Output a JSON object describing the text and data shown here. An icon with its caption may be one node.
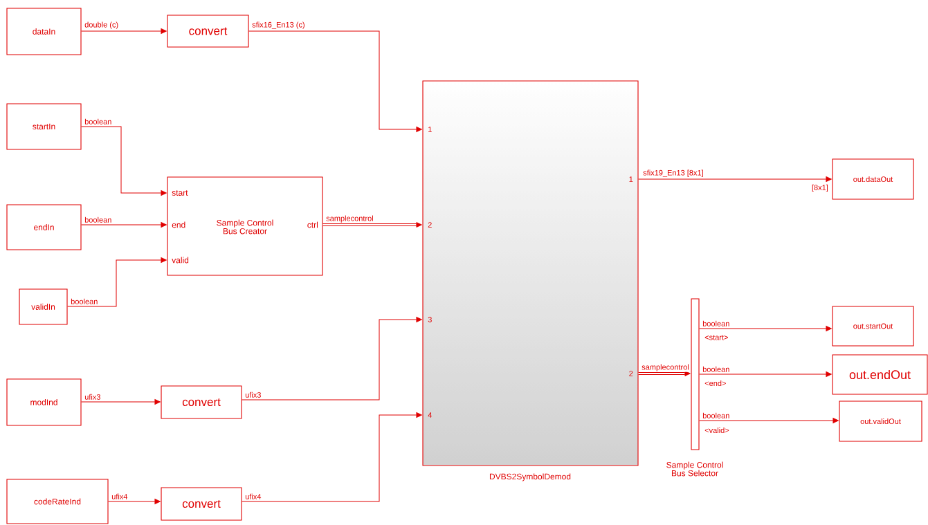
{
  "diagram": {
    "nodes": [
      {
        "text": [
          "dataIn"
        ]
      },
      {
        "text": [
          "convert"
        ]
      },
      {
        "text": [
          "startIn"
        ]
      },
      {
        "text": [
          "Sample Control Bus Creator",
          "start",
          "end",
          "valid",
          "ctrl"
        ]
      },
      {
        "text": [
          "endIn"
        ]
      },
      {
        "text": [
          "validIn"
        ]
      },
      {
        "text": [
          "modInd"
        ]
      },
      {
        "text": [
          "convert"
        ]
      },
      {
        "text": [
          "codeRateInd"
        ]
      },
      {
        "text": [
          "convert"
        ]
      },
      {
        "text": [
          "DVBS2SymbolDemod",
          "1",
          "2",
          "3",
          "4",
          "1",
          "2"
        ]
      },
      {
        "text": [
          "Sample Control Bus Selector",
          "<start>",
          "<end>",
          "<valid>"
        ]
      },
      {
        "text": [
          "out.dataOut"
        ]
      },
      {
        "text": [
          "out.startOut"
        ]
      },
      {
        "text": [
          "out.endOut"
        ]
      },
      {
        "text": [
          "out.validOut"
        ]
      }
    ],
    "edges": [
      {
        "from": 0,
        "to": 1,
        "arrow": "to",
        "label": "double (c)"
      },
      {
        "from": 1,
        "to": 10,
        "arrow": "to",
        "label": "sfix16_En13 (c)"
      },
      {
        "from": 2,
        "to": 3,
        "arrow": "to",
        "label": "boolean"
      },
      {
        "from": 4,
        "to": 3,
        "arrow": "to",
        "label": "boolean"
      },
      {
        "from": 5,
        "to": 3,
        "arrow": "to",
        "label": "boolean"
      },
      {
        "from": 3,
        "to": 10,
        "arrow": "to",
        "label": "samplecontrol",
        "style": "thick"
      },
      {
        "from": 6,
        "to": 7,
        "arrow": "to",
        "label": "ufix3"
      },
      {
        "from": 7,
        "to": 10,
        "arrow": "to",
        "label": "ufix3"
      },
      {
        "from": 8,
        "to": 9,
        "arrow": "to",
        "label": "ufix4"
      },
      {
        "from": 9,
        "to": 10,
        "arrow": "to",
        "label": "ufix4"
      },
      {
        "from": 10,
        "to": 12,
        "arrow": "to",
        "label": "sfix19_En13 [8x1]"
      },
      {
        "from": 10,
        "to": 11,
        "arrow": "to",
        "label": "samplecontrol",
        "style": "thick"
      },
      {
        "from": 11,
        "to": 13,
        "arrow": "to",
        "label": "boolean"
      },
      {
        "from": 11,
        "to": 14,
        "arrow": "to",
        "label": "boolean"
      },
      {
        "from": 11,
        "to": 15,
        "arrow": "to",
        "label": "boolean"
      }
    ],
    "labels": [
      "[8x1]"
    ]
  }
}
